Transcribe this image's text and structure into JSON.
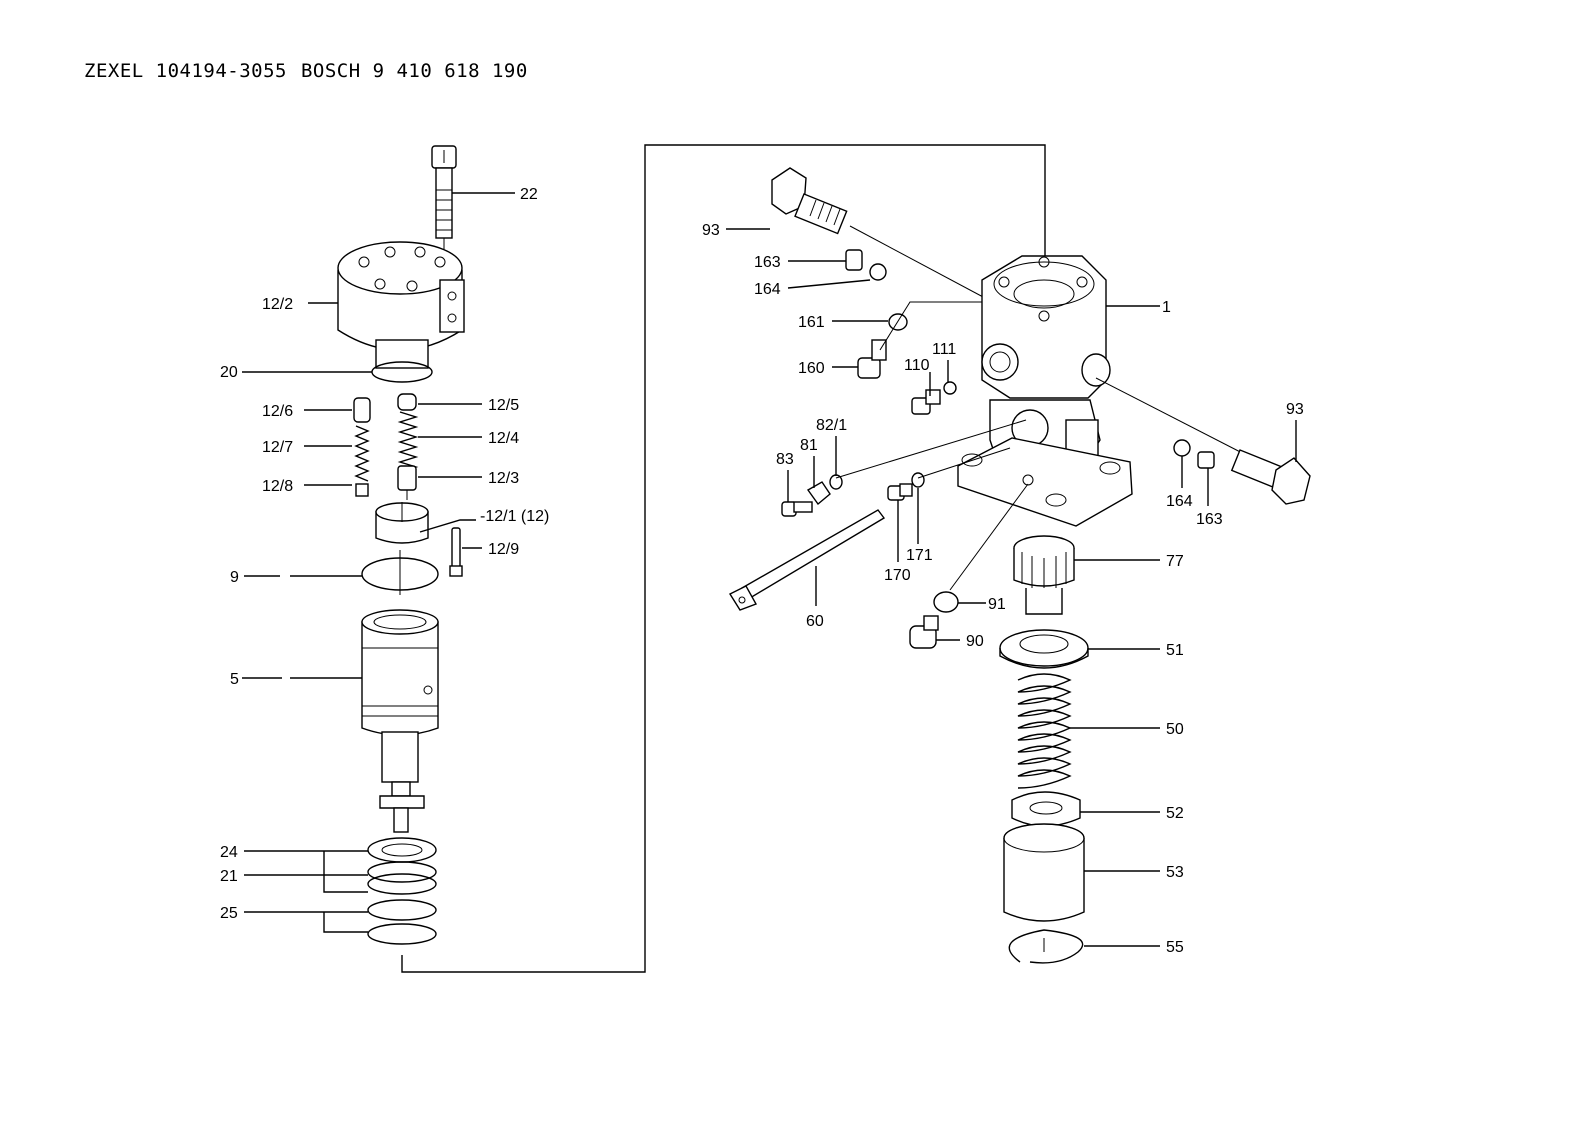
{
  "header": {
    "zexel_part": "ZEXEL 104194-3055",
    "bosch_part": "BOSCH 9 410 618 190"
  },
  "callouts": {
    "c22": "22",
    "c12_2": "12/2",
    "c20": "20",
    "c12_6": "12/6",
    "c12_7": "12/7",
    "c12_8": "12/8",
    "c12_5": "12/5",
    "c12_4": "12/4",
    "c12_3": "12/3",
    "c12_1": "-12/1 (12)",
    "c12_9": "12/9",
    "c9": "9",
    "c5": "5",
    "c24": "24",
    "c21": "21",
    "c25": "25",
    "c93a": "93",
    "c163a": "163",
    "c164a": "164",
    "c161": "161",
    "c160": "160",
    "c110": "110",
    "c111": "111",
    "c1": "1",
    "c93b": "93",
    "c82_1": "82/1",
    "c81": "81",
    "c83": "83",
    "c164b": "164",
    "c163b": "163",
    "c170": "170",
    "c171": "171",
    "c60": "60",
    "c77": "77",
    "c91": "91",
    "c90": "90",
    "c51": "51",
    "c50": "50",
    "c52": "52",
    "c53": "53",
    "c55": "55"
  }
}
